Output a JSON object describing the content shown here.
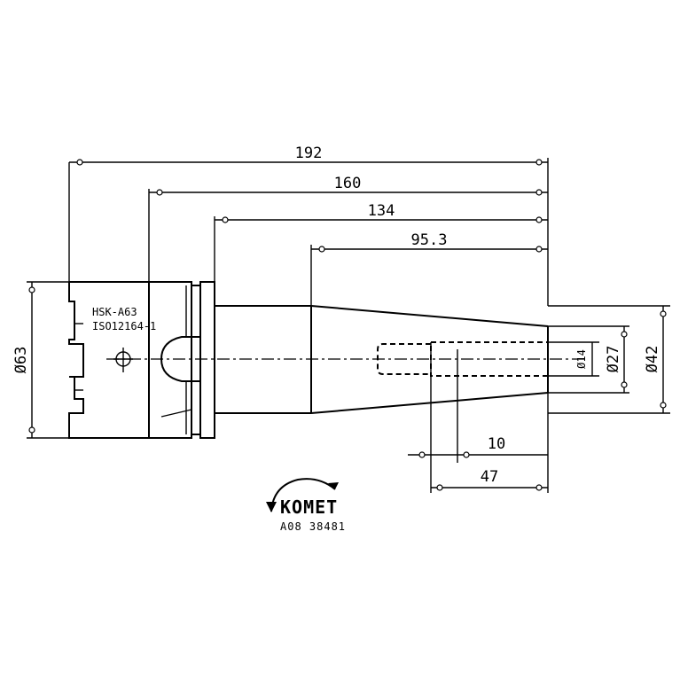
{
  "dimensions": {
    "overall_length": "192",
    "length_160": "160",
    "length_134": "134",
    "length_95_3": "95.3",
    "length_10": "10",
    "length_47": "47",
    "dia_63": "Ø63",
    "dia_42": "Ø42",
    "dia_27": "Ø27",
    "dia_14": "Ø14"
  },
  "labels": {
    "interface": "HSK-A63",
    "standard": "ISO12164-1"
  },
  "brand": {
    "name": "KOMET",
    "article": "A08 38481"
  }
}
